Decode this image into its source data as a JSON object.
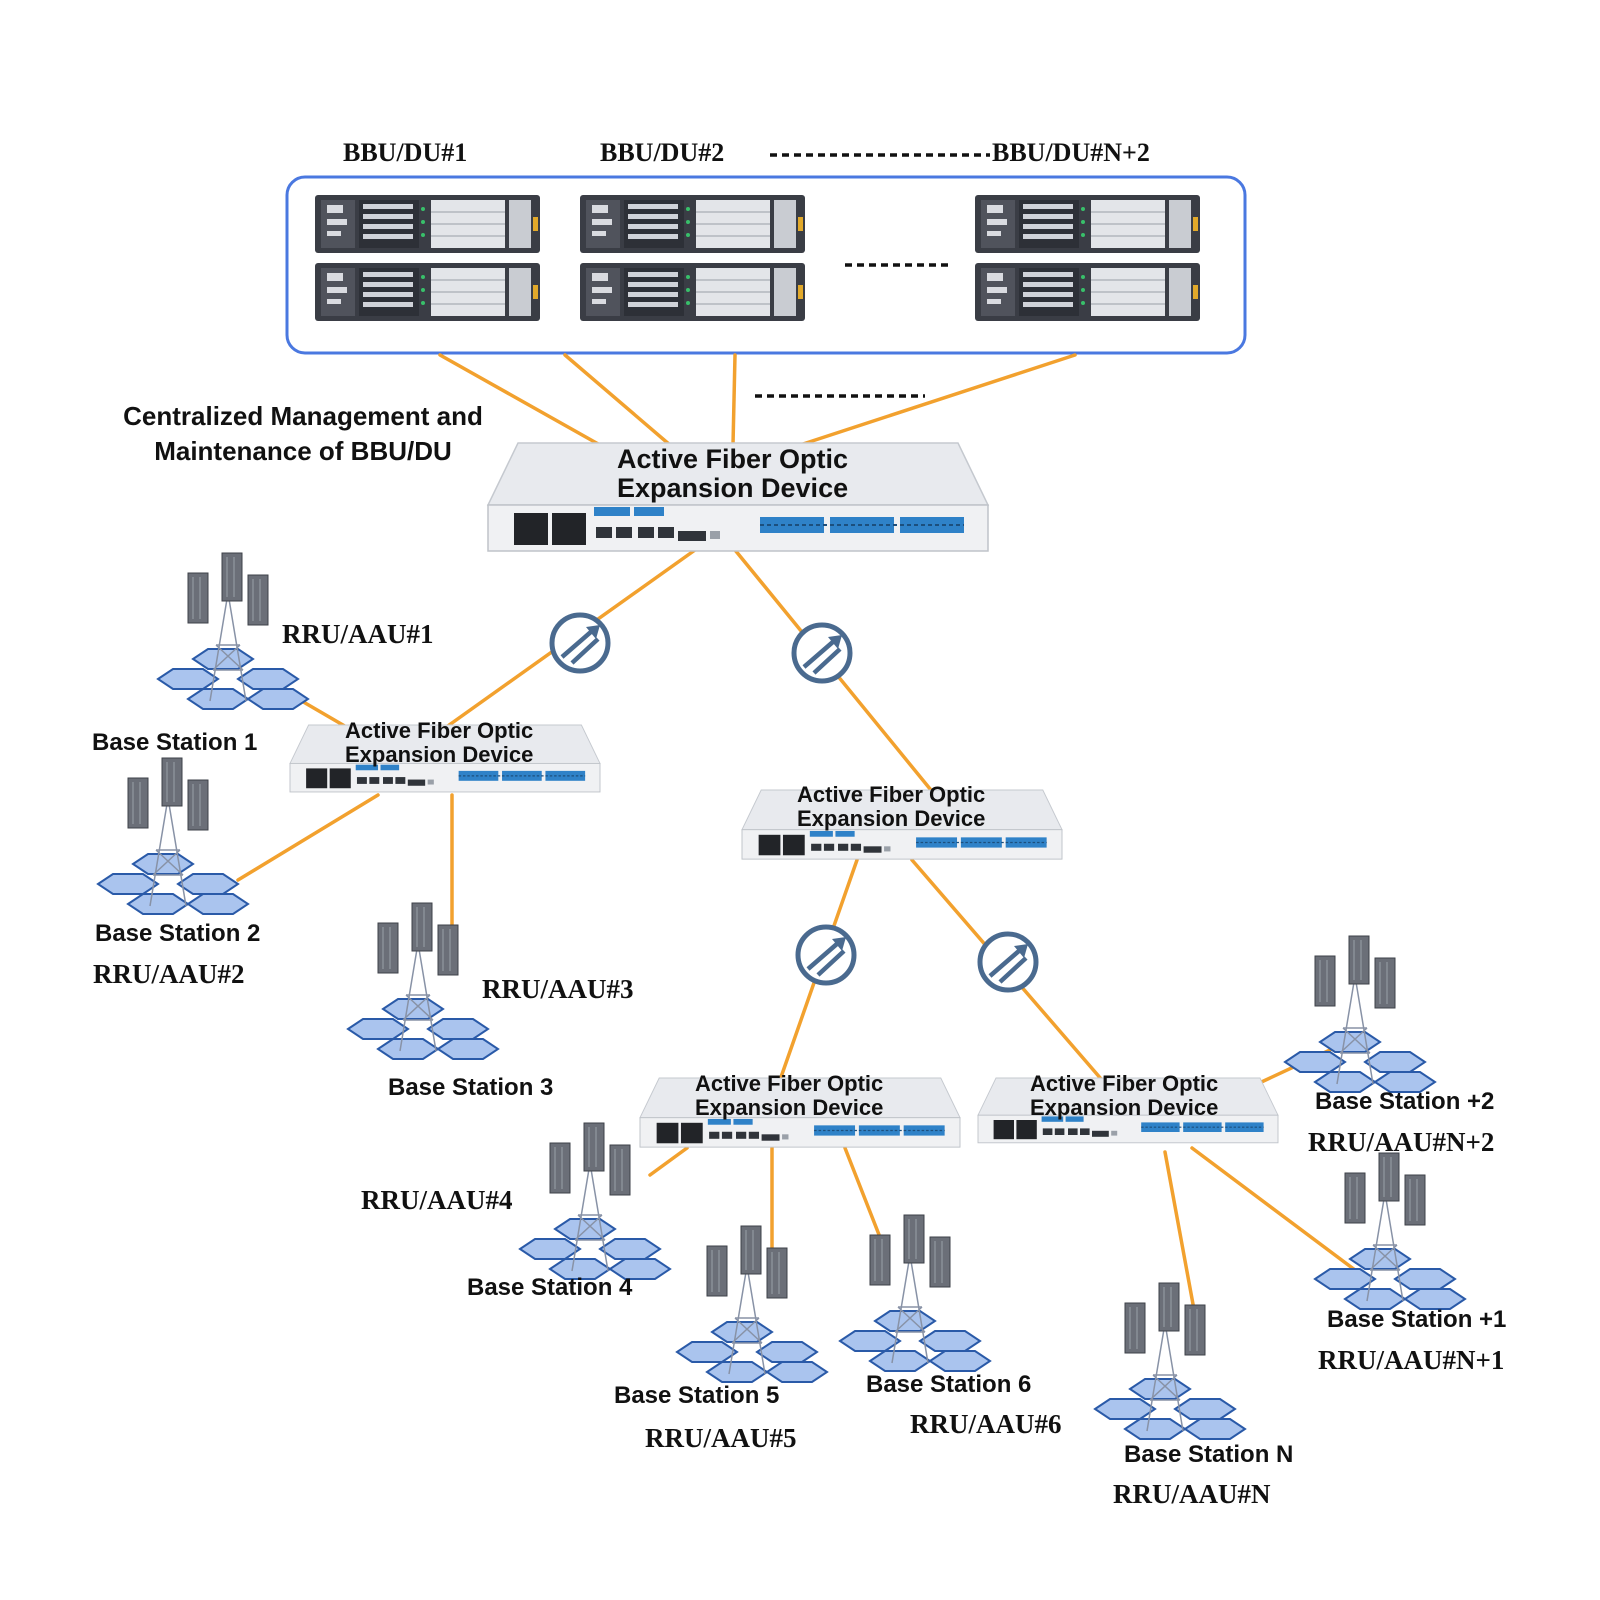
{
  "colors": {
    "fiber": "#f2a12e",
    "frame": "#4a78e0",
    "connector_ring": "#4a6a8f",
    "device_body": "#e6e8ec",
    "bbu_dark": "#3a3d45",
    "port_blue": "#2f82c8",
    "cell_blue": "#aac4ee"
  },
  "bbu_labels": [
    "BBU/DU#1",
    "BBU/DU#2",
    "BBU/DU#N+2"
  ],
  "management_caption": [
    "Centralized Management and",
    "Maintenance of BBU/DU"
  ],
  "device_label": [
    "Active Fiber Optic",
    "Expansion Device"
  ],
  "stations": {
    "s1": {
      "name": "Base Station 1",
      "rru": "RRU/AAU#1"
    },
    "s2": {
      "name": "Base Station 2",
      "rru": "RRU/AAU#2"
    },
    "s3": {
      "name": "Base Station 3",
      "rru": "RRU/AAU#3"
    },
    "s4": {
      "name": "Base Station 4",
      "rru": "RRU/AAU#4"
    },
    "s5": {
      "name": "Base Station 5",
      "rru": "RRU/AAU#5"
    },
    "s6": {
      "name": "Base Station 6",
      "rru": "RRU/AAU#6"
    },
    "sn": {
      "name": "Base Station N",
      "rru": "RRU/AAU#N"
    },
    "sn1": {
      "name": "Base Station +1",
      "rru": "RRU/AAU#N+1"
    },
    "sn2": {
      "name": "Base Station +2",
      "rru": "RRU/AAU#N+2"
    }
  },
  "icons": [
    "bbu-server-icon",
    "expansion-device-icon",
    "base-station-icon",
    "fiber-connector-icon"
  ]
}
